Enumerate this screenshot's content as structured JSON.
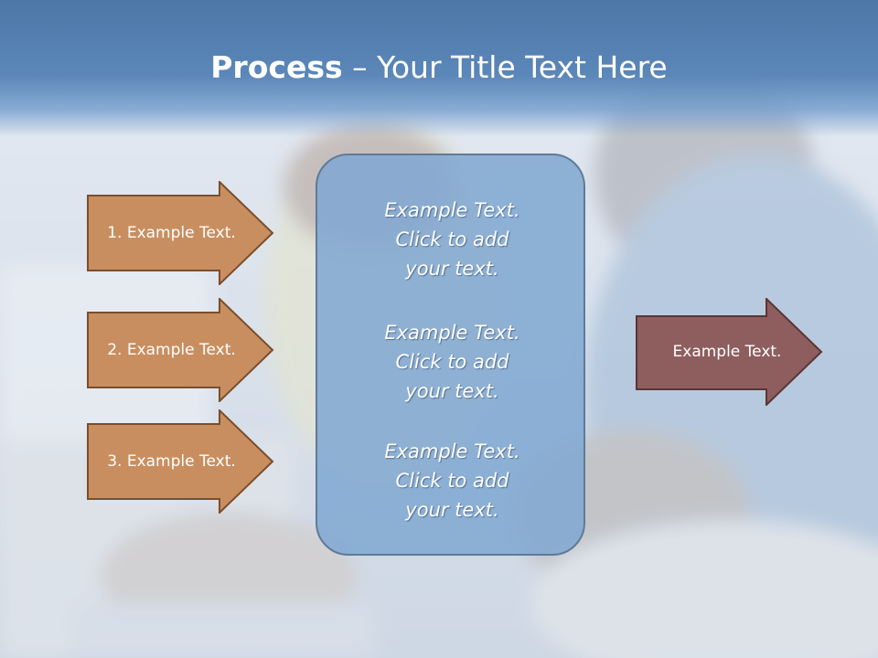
{
  "slide": {
    "title": {
      "strong": "Process",
      "rest": " – Your Title Text Here"
    },
    "steps": [
      {
        "label": "1. Example Text."
      },
      {
        "label": "2. Example Text."
      },
      {
        "label": "3. Example Text."
      }
    ],
    "center_box": {
      "blocks": [
        {
          "line1": "Example Text.",
          "line2": "Click  to add",
          "line3": "your text."
        },
        {
          "line1": "Example Text.",
          "line2": "Click  to add",
          "line3": "your text."
        },
        {
          "line1": "Example Text.",
          "line2": "Click  to add",
          "line3": "your text."
        }
      ]
    },
    "result": {
      "label": "Example Text."
    }
  },
  "colors": {
    "header": "#4c77a6",
    "step_arrow_fill": "#c98e5f",
    "step_arrow_border": "#7a4e2c",
    "center_box_fill": "#82a8d2",
    "center_box_border": "#5f7a99",
    "result_arrow_fill": "#8e5e5e",
    "result_arrow_border": "#5a3535"
  }
}
